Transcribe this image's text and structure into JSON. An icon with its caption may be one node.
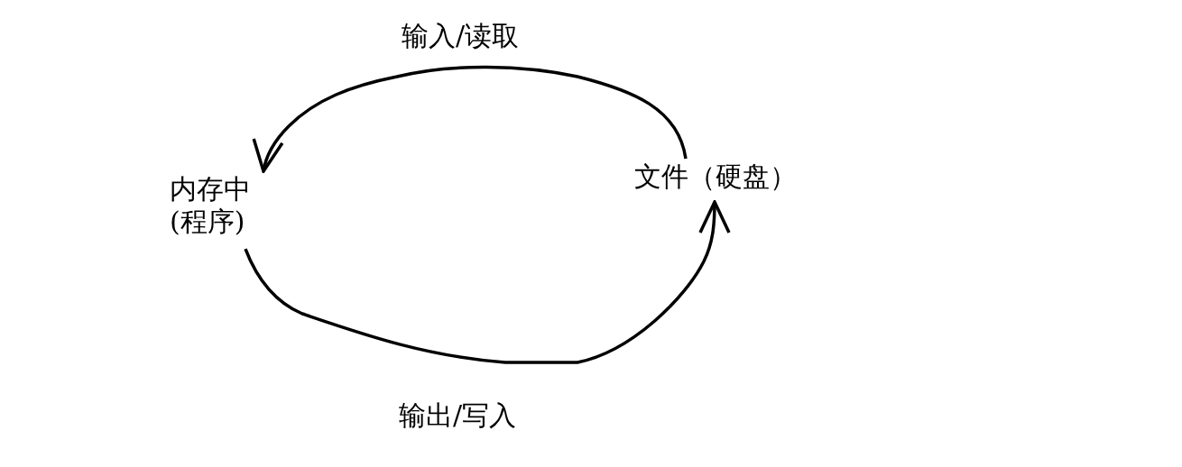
{
  "diagram": {
    "nodes": [
      {
        "text": [
          "内存中(程序)"
        ]
      },
      {
        "text": [
          "文件（硬盘）"
        ]
      }
    ],
    "edges": [
      {
        "from": 1,
        "to": 0,
        "arrow": "to",
        "label": "输入/读取"
      },
      {
        "from": 0,
        "to": 1,
        "arrow": "to",
        "label": "输出/写入"
      }
    ]
  }
}
